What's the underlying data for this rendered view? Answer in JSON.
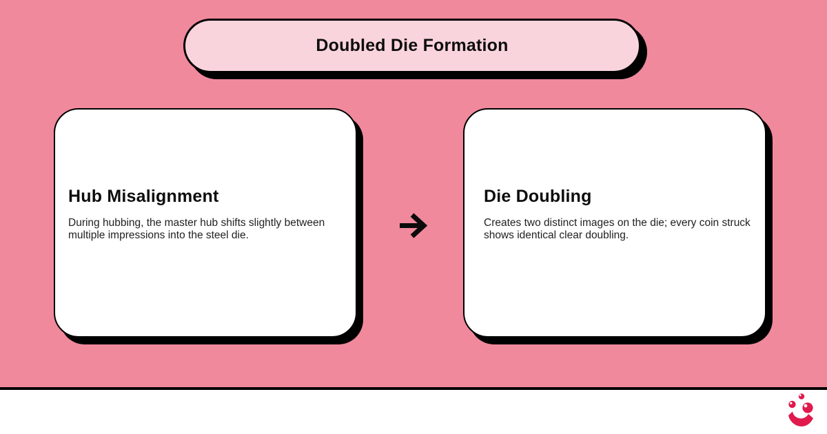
{
  "title_banner": {
    "label": "Doubled Die Formation"
  },
  "cards": [
    {
      "heading": "Hub Misalignment",
      "body": "During hubbing, the master hub shifts slightly between multiple impressions into the steel die."
    },
    {
      "heading": "Die Doubling",
      "body": "Creates two distinct images on the die; every coin struck shows identical clear doubling."
    }
  ],
  "connector": {
    "icon": "right-arrow-icon"
  },
  "footer": {
    "brand_icon": "smile-juggling-balls-logo"
  },
  "colors": {
    "background": "#F0899C",
    "banner_fill": "#FAD4DD",
    "card_fill": "#FFFFFF",
    "outline": "#000000",
    "heading_text": "#0D0D0D",
    "body_text": "#212121",
    "brand": "#E01A4D"
  }
}
